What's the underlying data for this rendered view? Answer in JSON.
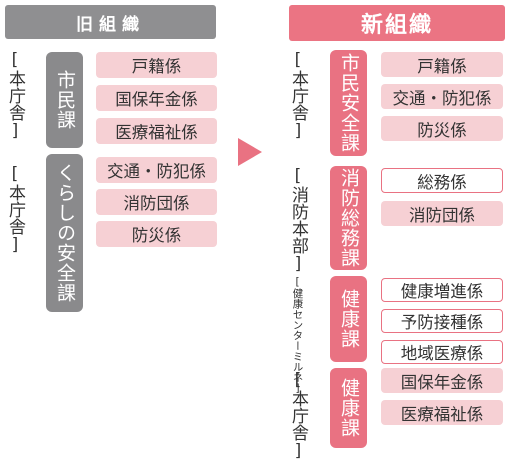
{
  "old": {
    "title": "旧組織",
    "buildings": [
      "[本庁舎]",
      "[本庁舎]"
    ],
    "depts": [
      {
        "name": "市民課",
        "sections": [
          "戸籍係",
          "国保年金係",
          "医療福祉係"
        ]
      },
      {
        "name": "くらしの安全課",
        "sections": [
          "交通・防犯係",
          "消防団係",
          "防災係"
        ]
      }
    ]
  },
  "new": {
    "title": "新組織",
    "buildings": [
      "[本庁舎]",
      "[消防本部]",
      "[健康センターミルネ]",
      "[本庁舎]"
    ],
    "depts": [
      {
        "name": "市民安全課",
        "sections": [
          "戸籍係",
          "交通・防犯係",
          "防災係"
        ]
      },
      {
        "name": "消防総務課",
        "sections": [
          "総務係",
          "消防団係"
        ]
      },
      {
        "name": "健康課",
        "sections": [
          "健康増進係",
          "予防接種係",
          "地域医療係"
        ]
      },
      {
        "name": "健康課",
        "sections": [
          "国保年金係",
          "医療福祉係"
        ]
      }
    ]
  },
  "colors": {
    "old_header": "#8f8f91",
    "old_dept": "#8a8a8c",
    "new_header": "#eb7483",
    "new_dept": "#e97282",
    "section_fill": "#f6d0d4",
    "arrow": "#e97282"
  },
  "icons": {
    "transition": "right-triangle-arrow"
  }
}
